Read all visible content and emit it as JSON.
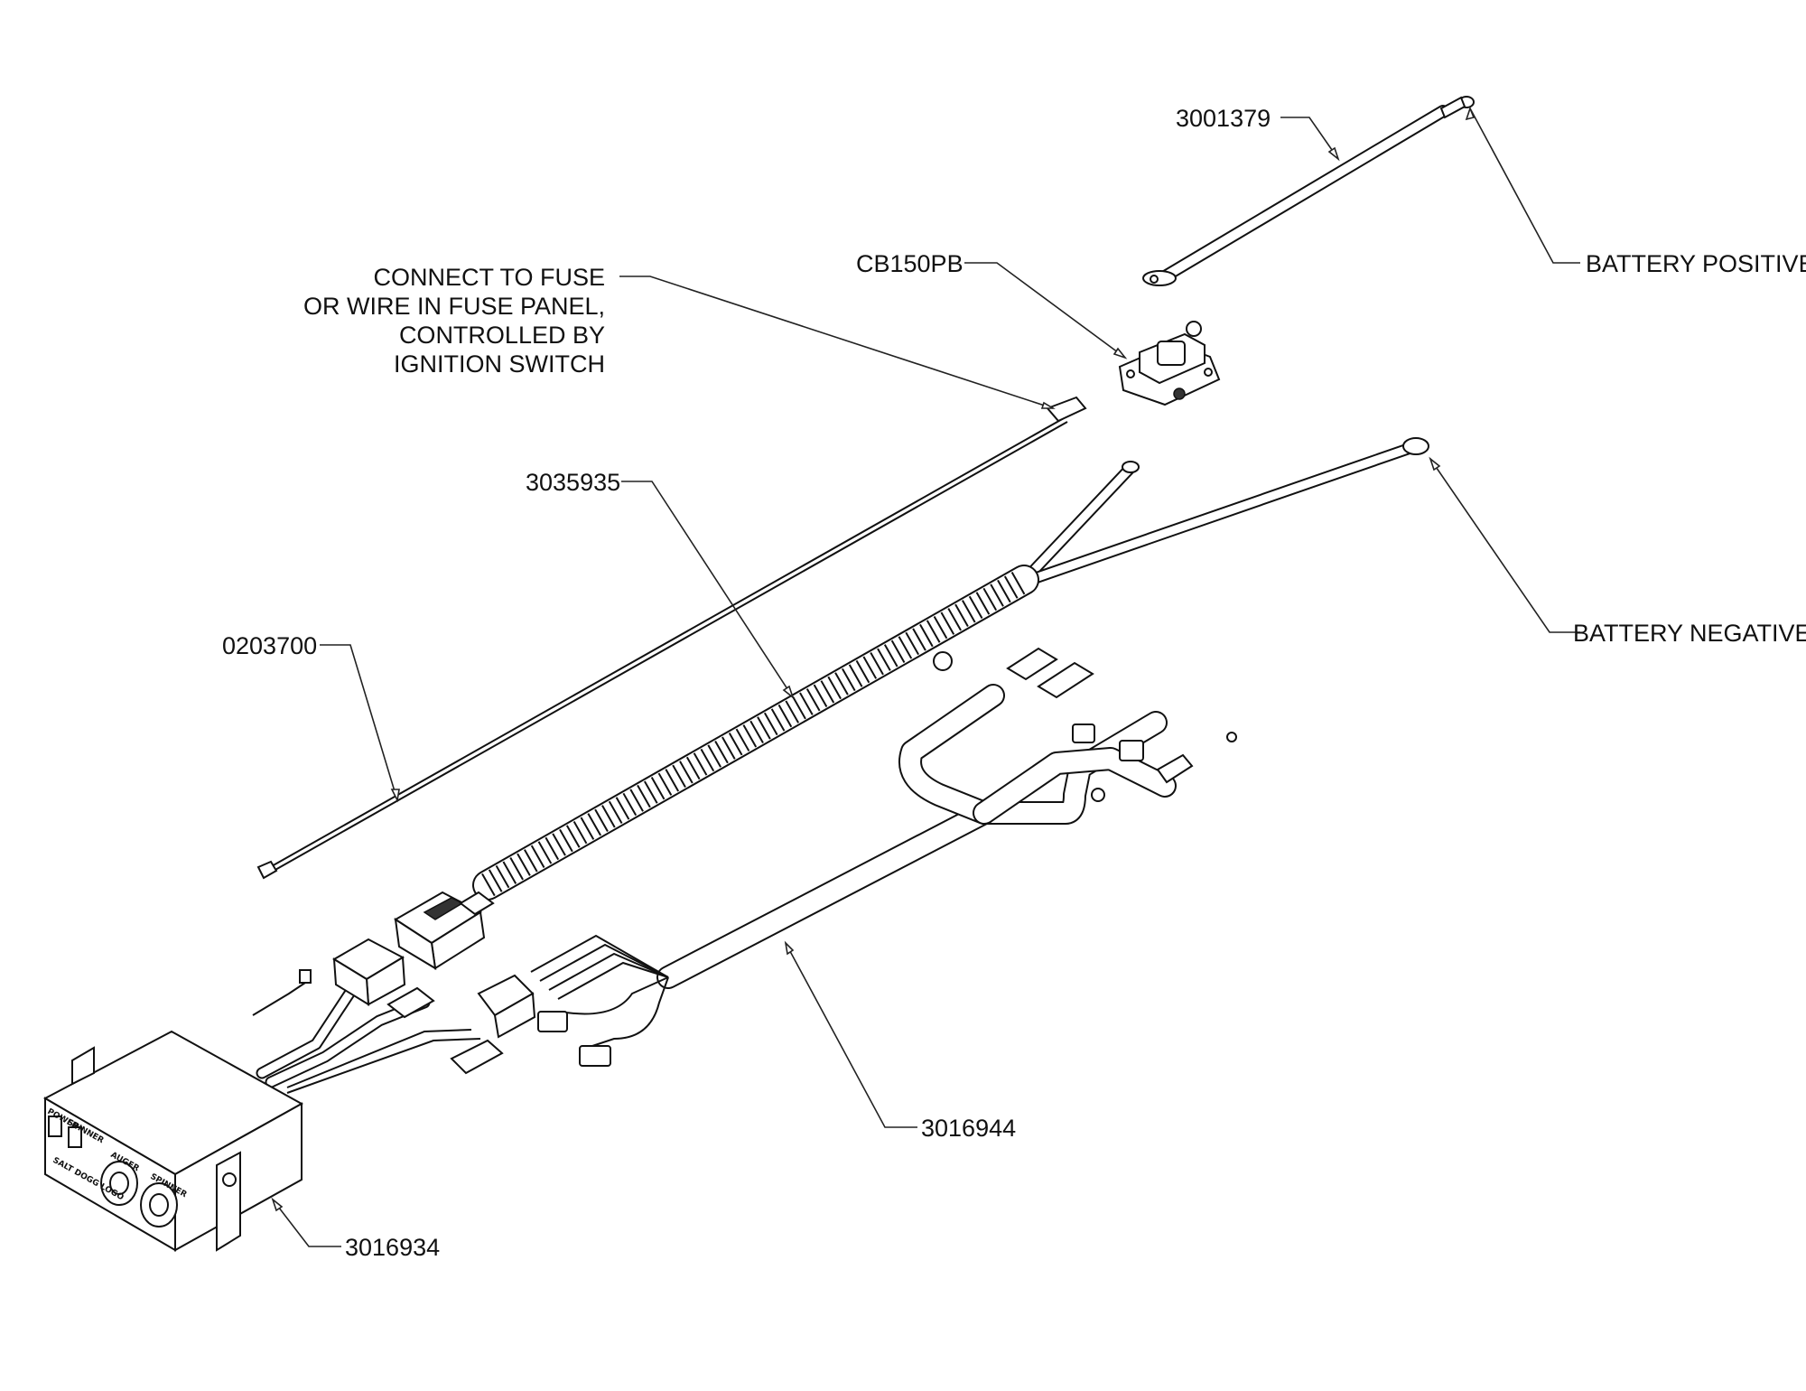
{
  "callouts": {
    "battery_cable": "3001379",
    "battery_positive": "BATTERY POSITIVE",
    "circuit_breaker": "CB150PB",
    "fuse_note": [
      "CONNECT TO FUSE",
      "OR WIRE IN FUSE PANEL,",
      "CONTROLLED BY",
      "IGNITION SWITCH"
    ],
    "power_harness": "3035935",
    "battery_negative": "BATTERY NEGATIVE",
    "fuse_wire": "0203700",
    "vehicle_harness": "3016944",
    "control_box": "3016934"
  },
  "control_box_panel": {
    "switch_1": "POWER",
    "switch_2": "SPINNER",
    "knob_1": "AUGER",
    "knob_2": "SPINNER",
    "brand": "SALT DOGG LOGO"
  }
}
